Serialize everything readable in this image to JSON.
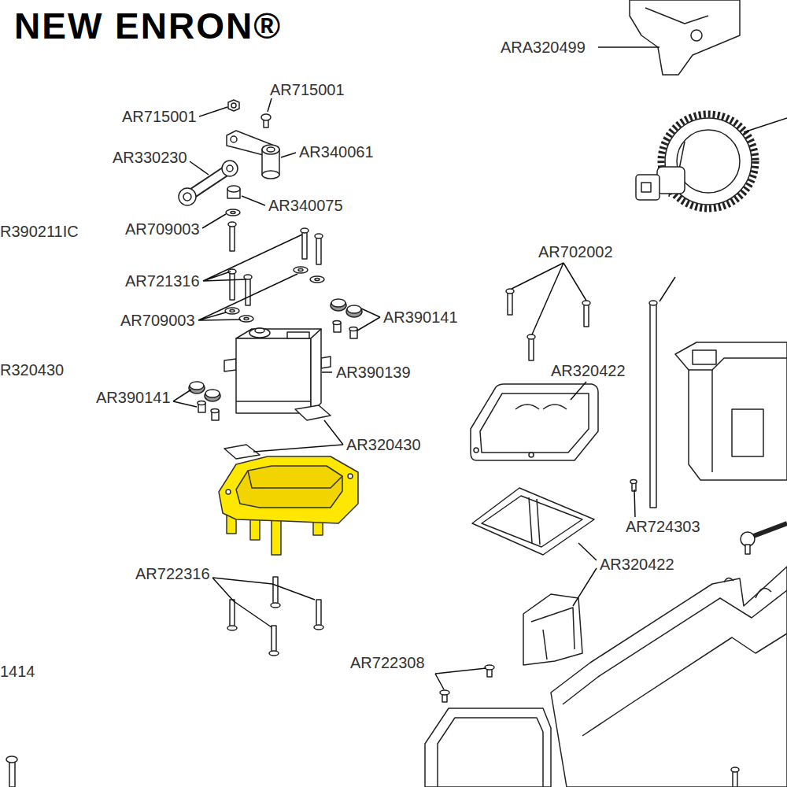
{
  "diagram": {
    "labels": [
      "NEW ENRON®",
      "ARA320499",
      "AR715001",
      "AR715001",
      "AR330230",
      "AR340061",
      "AR340075",
      "R390211IC",
      "AR709003",
      "AR702002",
      "AR721316",
      "AR709003",
      "AR390141",
      "R320430",
      "AR390139",
      "AR320422",
      "AR390141",
      "AR320430",
      "AR724303",
      "AR320422",
      "AR722316",
      "1414",
      "AR722308"
    ]
  }
}
